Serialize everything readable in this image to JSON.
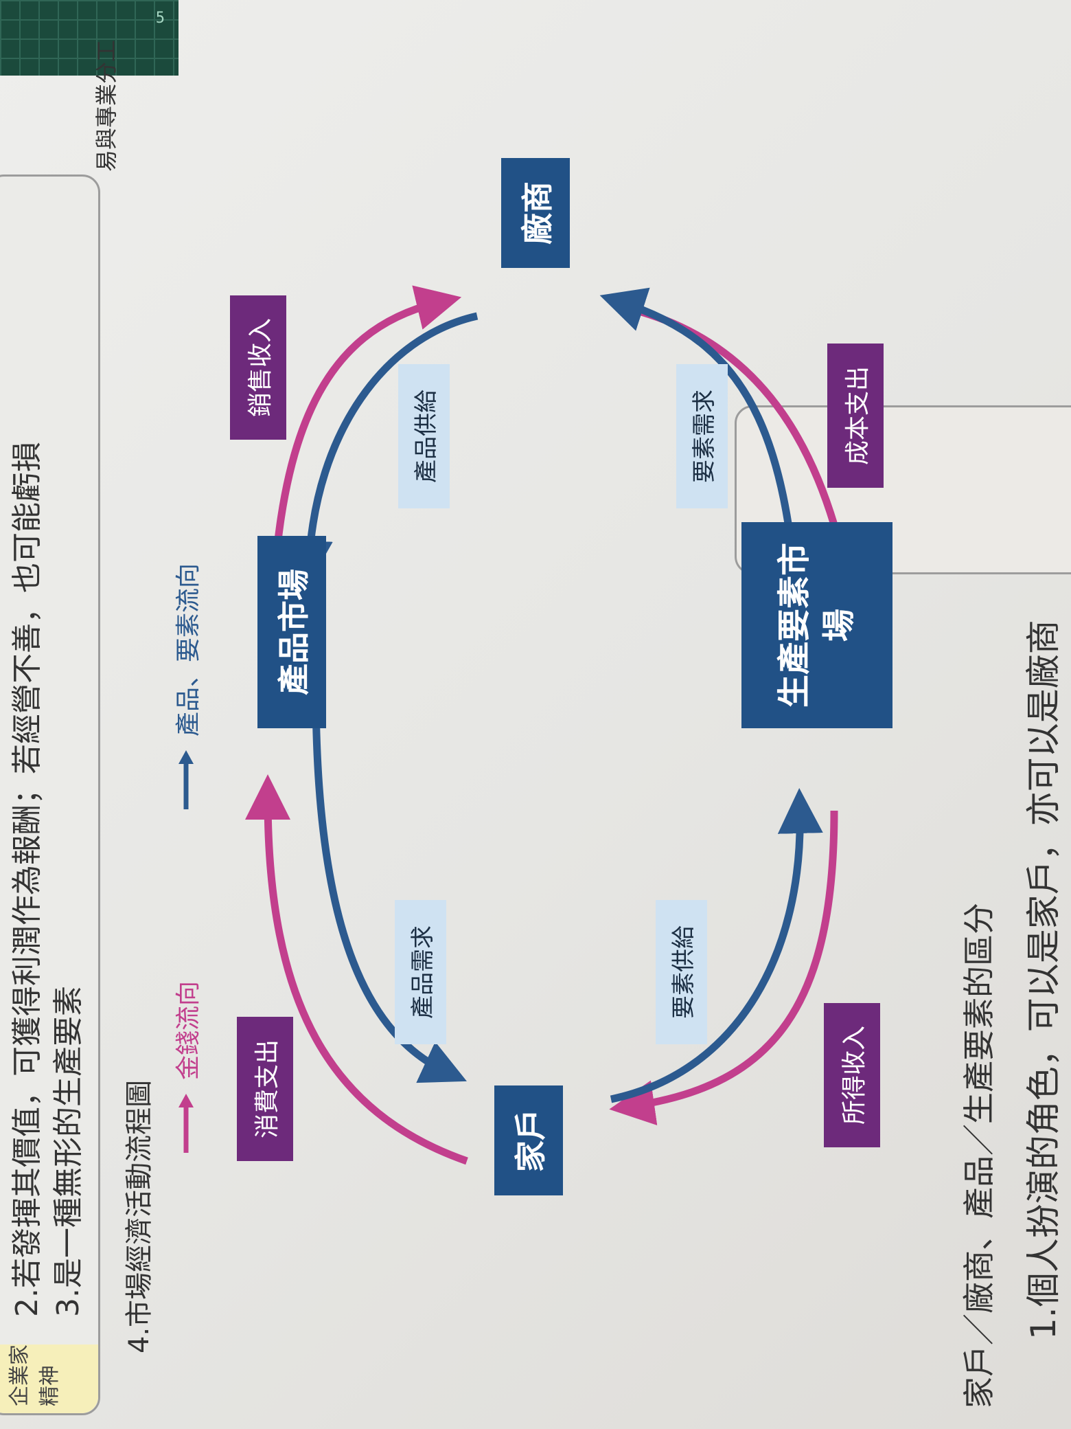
{
  "header": {
    "tag_text": "企業家精神",
    "item_2": "2.若發揮其價值，可獲得利潤作為報酬；若經營不善，也可能虧損",
    "item_3": "3.是一種無形的生產要素",
    "side_note": "易與專業分工"
  },
  "diagram": {
    "title": "4.市場經濟活動流程圖",
    "legend": {
      "money": "金錢流向",
      "goods": "產品、要素流向"
    },
    "nodes": {
      "household": "家戶",
      "firm": "廠商",
      "product_market": "產品市場",
      "factor_market": "生產要素市場"
    },
    "labels": {
      "consumption": "消費支出",
      "sales_revenue": "銷售收入",
      "income": "所得收入",
      "cost": "成本支出",
      "product_demand": "產品需求",
      "product_supply": "產品供給",
      "factor_supply": "要素供給",
      "factor_demand": "要素需求"
    },
    "colors": {
      "money": "#c23f8d",
      "goods": "#2c5a8f",
      "node": "#215186",
      "money_label": "#6d2a7b",
      "flow_label": "#cfe2f2"
    }
  },
  "section": {
    "heading": "家戶／廠商、產品／生產要素的區分",
    "point_1": "1.個人扮演的角色，可以是家戶，亦可以是廠商"
  },
  "mat": {
    "number": "5"
  }
}
